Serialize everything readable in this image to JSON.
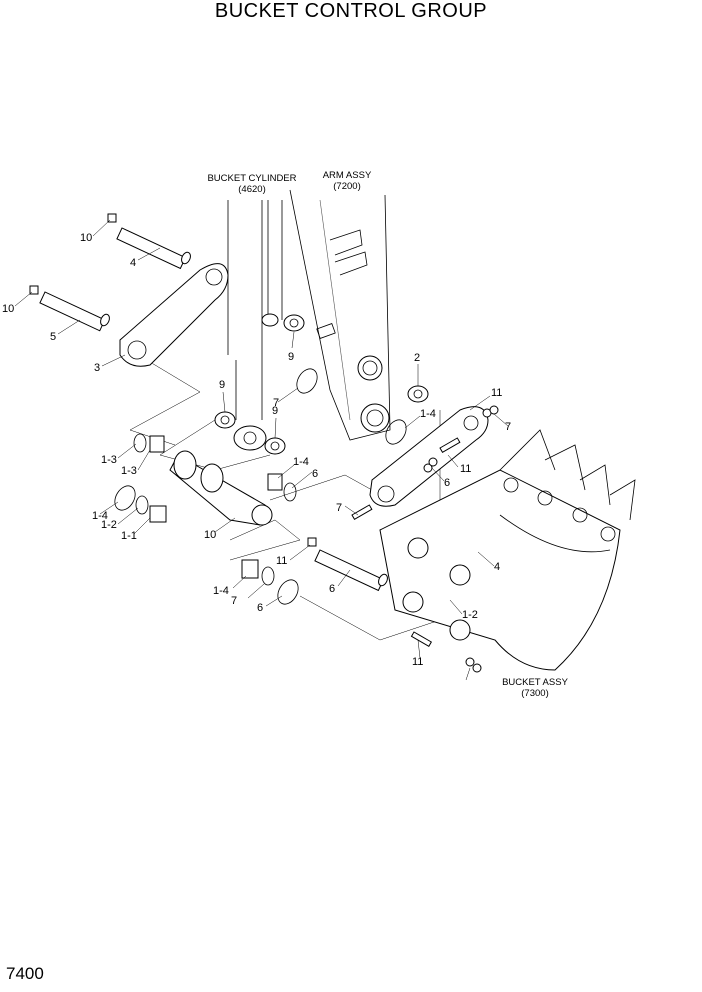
{
  "title": "BUCKET CONTROL GROUP",
  "page_number": "7400",
  "references": {
    "bucket_cylinder": {
      "name": "BUCKET CYLINDER",
      "code": "(4620)"
    },
    "arm_assy": {
      "name": "ARM ASSY",
      "code": "(7200)"
    },
    "bucket_assy": {
      "name": "BUCKET ASSY",
      "code": "(7300)"
    }
  },
  "callouts": [
    "10",
    "4",
    "10",
    "5",
    "3",
    "9",
    "9",
    "7",
    "9",
    "2",
    "11",
    "7",
    "1-4",
    "1-3",
    "1-3",
    "1-4",
    "6",
    "11",
    "6",
    "7",
    "1-4",
    "1-2",
    "1-1",
    "10",
    "11",
    "4",
    "6",
    "1-2",
    "1-4",
    "7",
    "6",
    "11"
  ]
}
